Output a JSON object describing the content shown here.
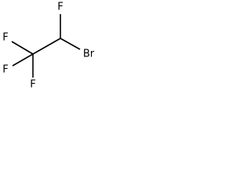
{
  "molecule": {
    "atoms": {
      "f_top": "F",
      "br": "Br",
      "f_left_upper": "F",
      "f_left_lower": "F",
      "f_bottom": "F"
    },
    "colors": {
      "bond": "#000000",
      "label": "#000000",
      "background": "#ffffff"
    }
  }
}
